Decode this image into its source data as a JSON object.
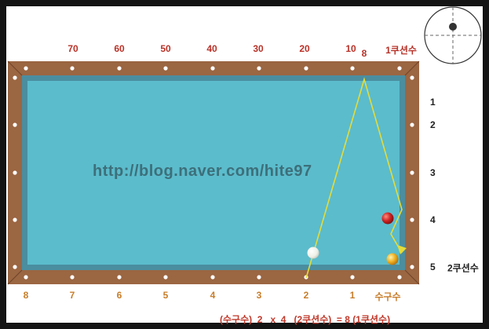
{
  "watermark": "http://blog.naver.com/hite97",
  "top_labels": [
    "70",
    "60",
    "50",
    "40",
    "30",
    "20",
    "10"
  ],
  "top_extra": {
    "eight": "8",
    "cushion_1": "1쿠션수"
  },
  "bottom_labels": [
    "8",
    "7",
    "6",
    "5",
    "4",
    "3",
    "2",
    "1"
  ],
  "bottom_extra": "수구수",
  "right_labels": [
    "1",
    "2",
    "3",
    "4",
    "5"
  ],
  "right_extra": "2쿠션수",
  "formula": "(수구수)  2   x  4   (2쿠션수)  = 8 (1쿠션수)",
  "colors": {
    "felt": "#5bbccc",
    "felt_edge": "#4a8ea0",
    "rail_wood": "#9b6642",
    "diamond": "#ffffff",
    "path": "#e4dc3a",
    "red_ball": "#cc2222",
    "white_ball": "#f4f4ee",
    "yellow_ball": "#f0b020",
    "top_label": "#b83228",
    "bottom_label": "#c87d2a"
  },
  "icons": [
    "aim-cue-ball-icon"
  ]
}
